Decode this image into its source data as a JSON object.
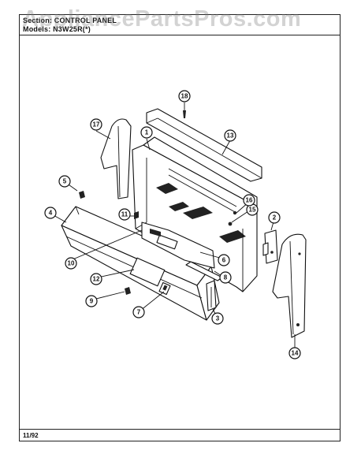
{
  "header": {
    "section": "Section: CONTROL PANEL",
    "model": "Models: N3W25R(*)"
  },
  "watermark": "AppliancePartsPros.com",
  "footer": {
    "date": "11/92"
  },
  "callouts": [
    "1",
    "2",
    "3",
    "4",
    "5",
    "6",
    "7",
    "8",
    "9",
    "10",
    "11",
    "12",
    "13",
    "14",
    "15",
    "16",
    "17",
    "18"
  ]
}
